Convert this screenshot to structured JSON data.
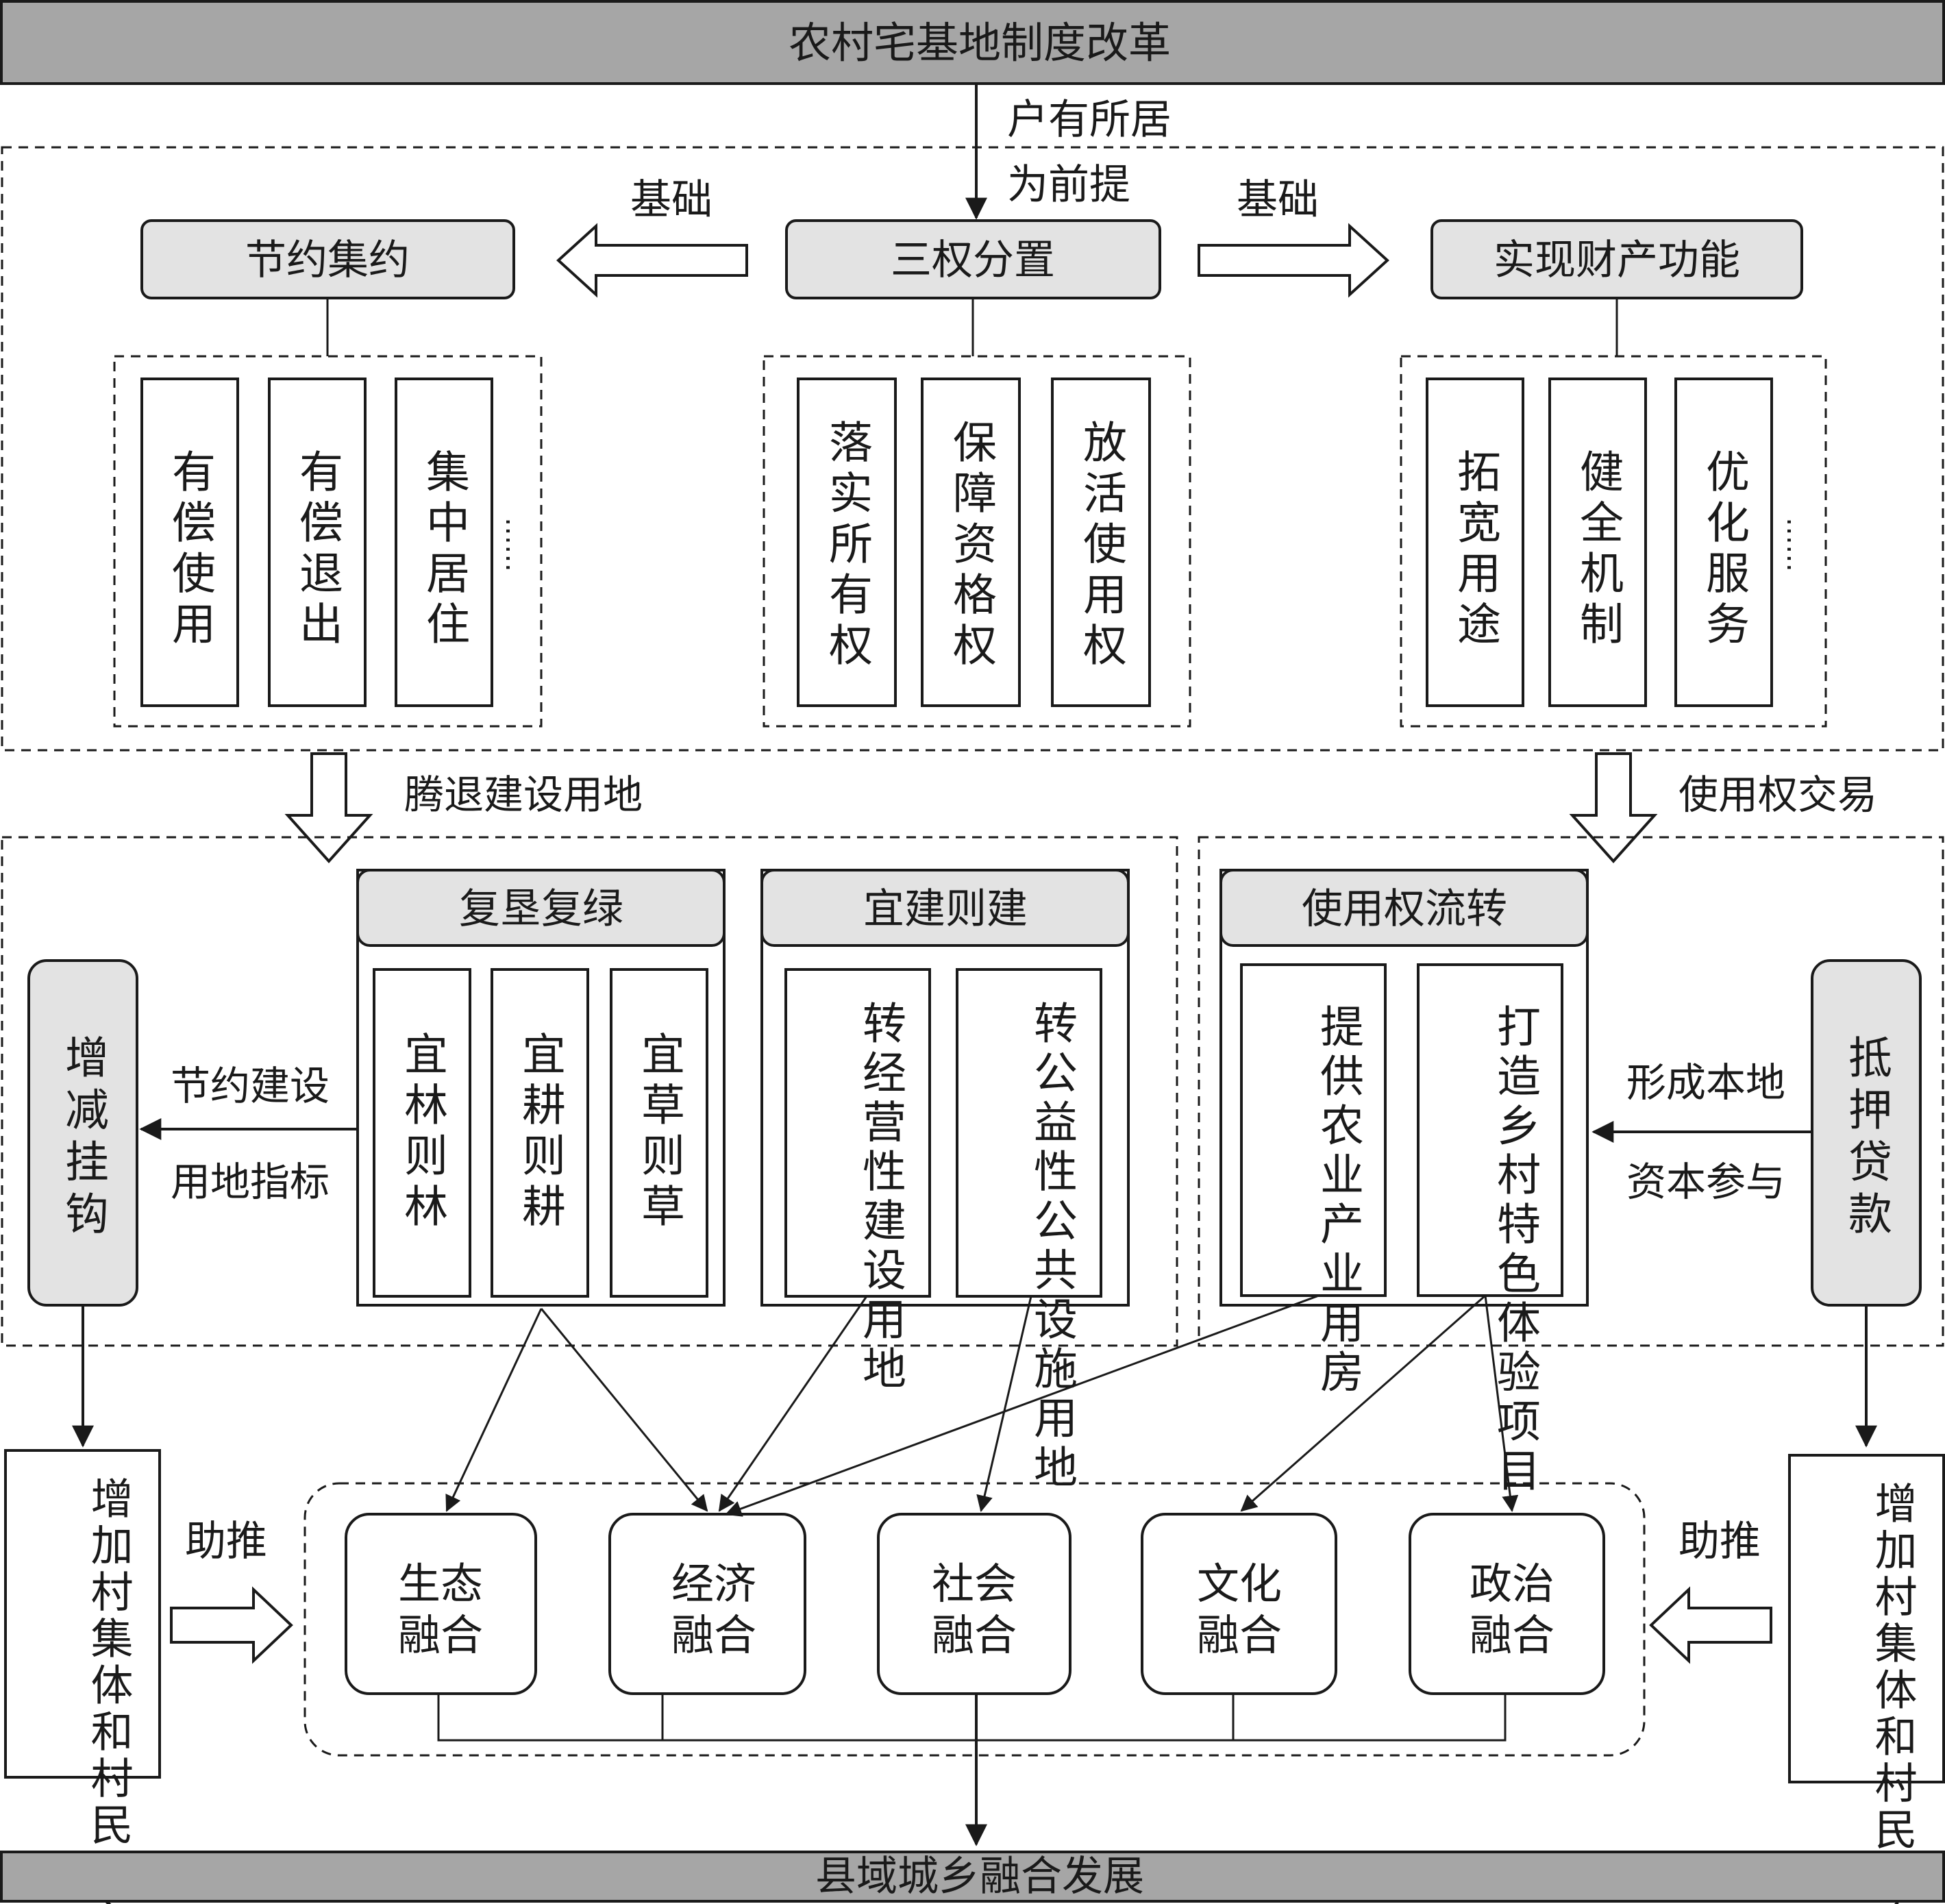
{
  "title_top": "农村宅基地制度改革",
  "title_bottom": "县域城乡融合发展",
  "premise": [
    "户有所居",
    "为前提"
  ],
  "basis_left": "基础",
  "basis_right": "基础",
  "heads": {
    "left": "节约集约",
    "center": "三权分置",
    "right": "实现财产功能"
  },
  "left_cols": [
    "有偿使用",
    "有偿退出",
    "集中居住"
  ],
  "center_cols": [
    "落实所有权",
    "保障资格权",
    "放活使用权"
  ],
  "right_cols": [
    "拓宽用途",
    "健全机制",
    "优化服务"
  ],
  "ellipsis": "……",
  "flow_left": "腾退建设用地",
  "flow_right": "使用权交易",
  "fukun": {
    "title": "复垦复绿",
    "cols": [
      "宜林则林",
      "宜耕则耕",
      "宜草则草"
    ]
  },
  "yijian": {
    "title": "宜建则建",
    "cols": [
      "转经营性建设用地",
      "转公益性公共设施用地"
    ]
  },
  "liuzhuan": {
    "title": "使用权流转",
    "cols": [
      "提供农业产业用房",
      "打造乡村特色体验项目"
    ]
  },
  "hook": "增减挂钩",
  "hook_label": [
    "节约建设",
    "用地指标"
  ],
  "mortgage": "抵押贷款",
  "mortgage_label": [
    "形成本地",
    "资本参与"
  ],
  "income_left": "增加村集体和村民收入",
  "income_right": "增加村集体和村民资金",
  "push_left": "助推",
  "push_right": "助推",
  "fusions": [
    [
      "生态",
      "融合"
    ],
    [
      "经济",
      "融合"
    ],
    [
      "社会",
      "融合"
    ],
    [
      "文化",
      "融合"
    ],
    [
      "政治",
      "融合"
    ]
  ]
}
